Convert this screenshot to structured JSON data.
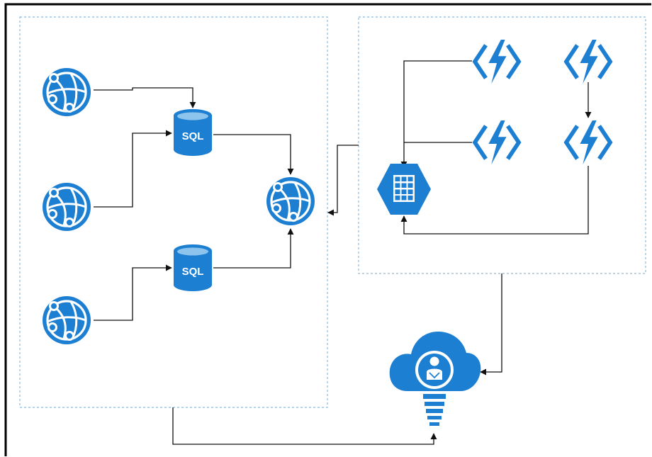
{
  "diagram": {
    "colors": {
      "azure_blue": "#1d7fd2",
      "group_border": "#8fb9d6",
      "connector": "#111111",
      "frame": "#000000"
    },
    "groups": [
      {
        "id": "left-group",
        "icons": [
          "web-app-icon",
          "web-app-icon",
          "web-app-icon",
          "sql-database-icon",
          "sql-database-icon",
          "web-app-icon"
        ]
      },
      {
        "id": "right-group",
        "icons": [
          "function-icon",
          "function-icon",
          "function-icon",
          "function-icon",
          "storage-table-icon"
        ]
      }
    ],
    "sql_label": "SQL",
    "bottom_icon": "cloud-lightbulb-user-icon"
  }
}
